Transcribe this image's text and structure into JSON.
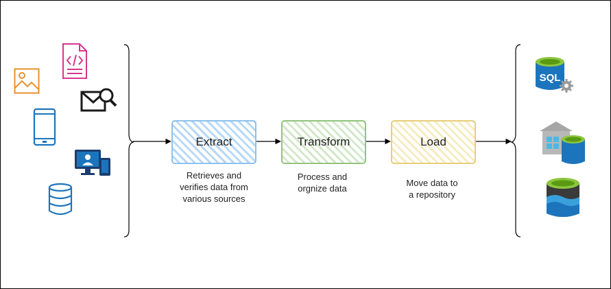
{
  "stages": [
    {
      "label": "Extract",
      "description": [
        "Retrieves and",
        "verifies data from",
        "various sources"
      ]
    },
    {
      "label": "Transform",
      "description": [
        "Process and",
        "orgnize data"
      ]
    },
    {
      "label": "Load",
      "description": [
        "Move data to",
        "a repository"
      ]
    }
  ],
  "sources": {
    "icons": [
      "image-file-icon",
      "code-file-icon",
      "mail-search-icon",
      "tablet-icon",
      "video-call-devices-icon",
      "database-icon"
    ]
  },
  "targets": {
    "sql_label": "SQL",
    "icons": [
      "sql-database-icon",
      "data-warehouse-icon",
      "data-lake-icon"
    ]
  },
  "colors": {
    "extract": "#8fc1ee",
    "transform": "#93c47d",
    "load": "#e6cf7a",
    "azure_blue": "#1c75bc",
    "azure_green": "#7fba00",
    "orange": "#e8912d",
    "magenta": "#d6378c"
  }
}
